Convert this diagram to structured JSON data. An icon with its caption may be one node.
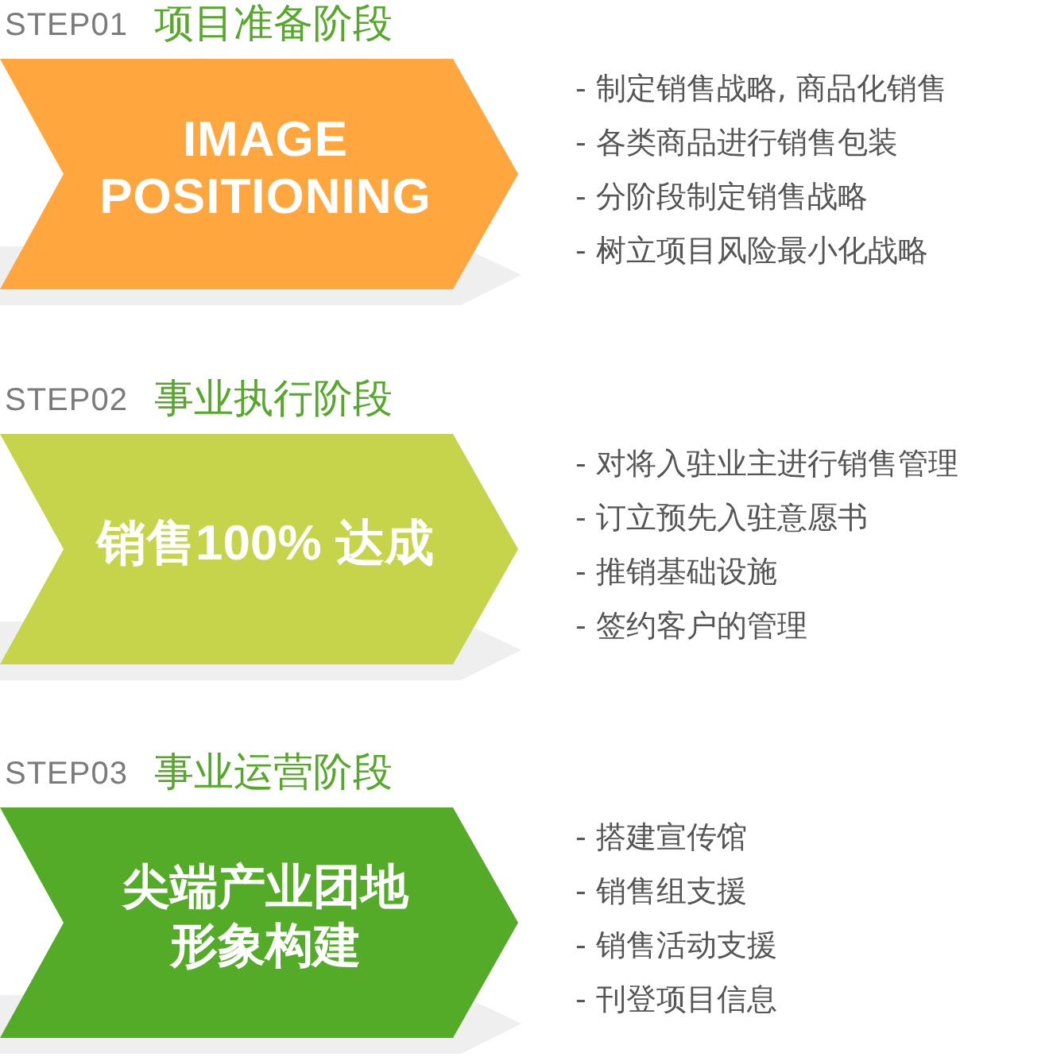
{
  "diagram": {
    "nodes": [
      {
        "text": [
          "STEP01",
          "项目准备阶段",
          "IMAGE POSITIONING"
        ],
        "beside": [
          "- 制定销售战略, 商品化销售",
          "- 各类商品进行销售包装",
          "- 分阶段制定销售战略",
          "- 树立项目风险最小化战略"
        ]
      },
      {
        "text": [
          "STEP02",
          "事业执行阶段",
          "销售100% 达成"
        ],
        "beside": [
          "- 对将入驻业主进行销售管理",
          "- 订立预先入驻意愿书",
          "- 推销基础设施",
          "- 签约客户的管理"
        ]
      },
      {
        "text": [
          "STEP03",
          "事业运营阶段",
          "尖端产业团地形象构建"
        ],
        "beside": [
          "- 搭建宣传馆",
          "- 销售组支援",
          "- 销售活动支援",
          "- 刊登项目信息"
        ]
      }
    ]
  }
}
